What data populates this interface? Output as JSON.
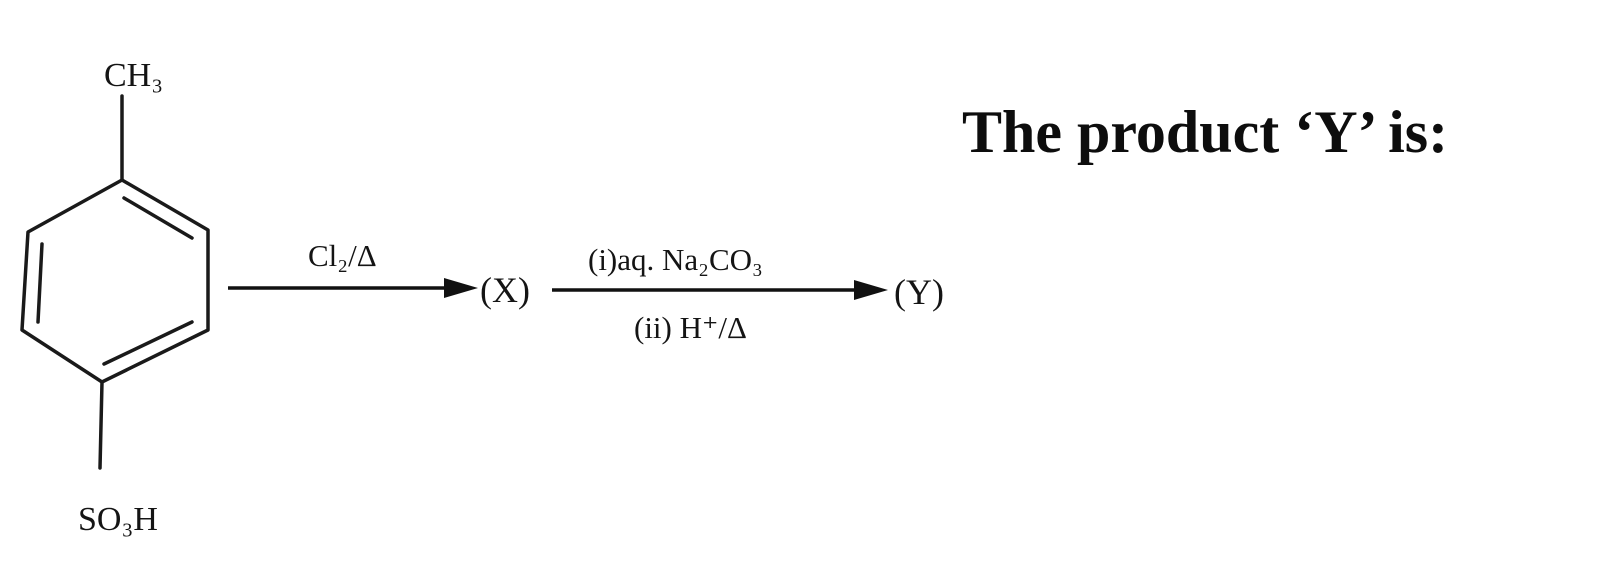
{
  "molecule": {
    "top_substituent": "CH₃",
    "bottom_substituent": "SO₃H"
  },
  "step1": {
    "reagent_above": "Cl₂/Δ",
    "product": "(X)"
  },
  "step2": {
    "reagent_above": "(i)aq. Na₂CO₃",
    "reagent_below": "(ii) H⁺/Δ",
    "product": "(Y)"
  },
  "question": {
    "text": "The product ‘Y’ is:"
  }
}
